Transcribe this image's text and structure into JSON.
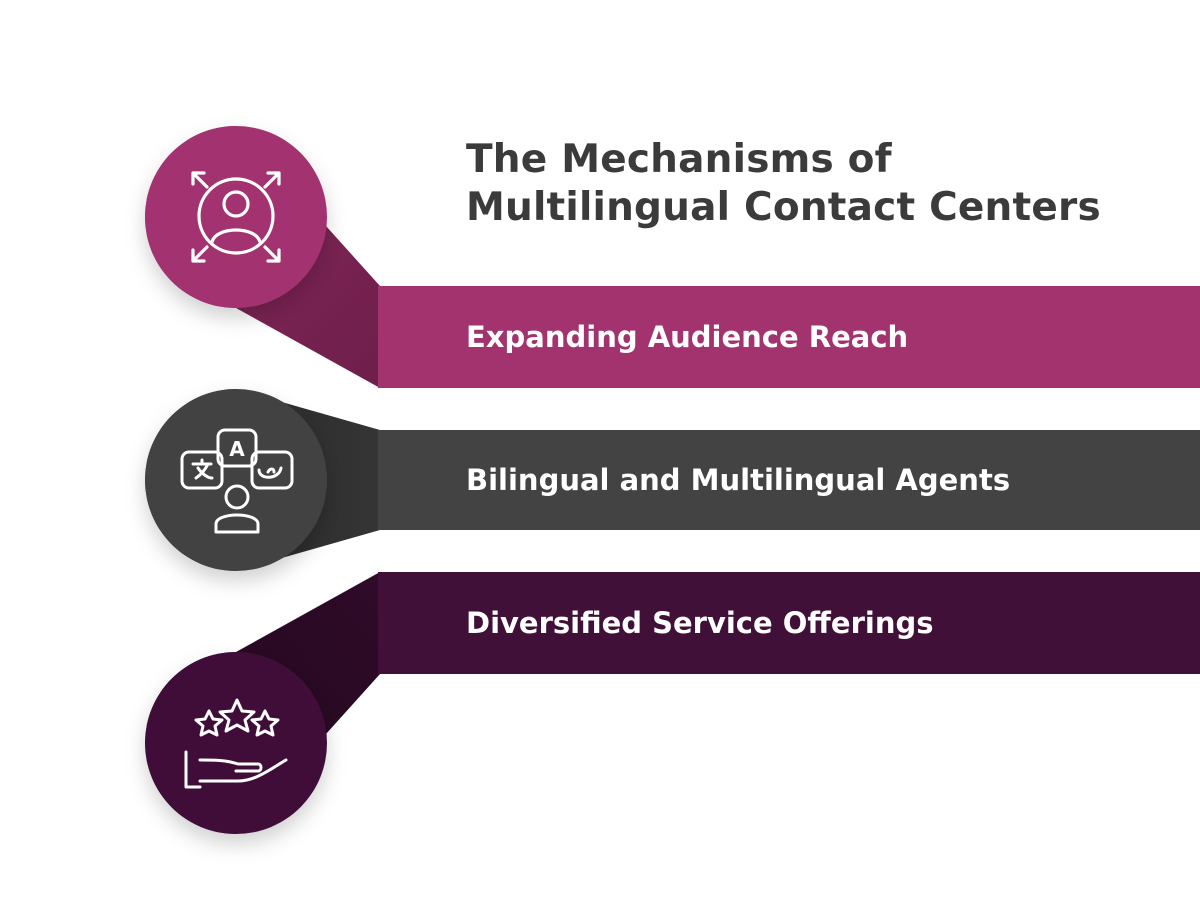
{
  "title": {
    "line1": "The Mechanisms of",
    "line2": "Multilingual Contact Centers"
  },
  "colors": {
    "magenta": "#a3336f",
    "magenta_dark": "#7c2253",
    "charcoal": "#434343",
    "charcoal_dark": "#2b2b2b",
    "plum": "#401038",
    "plum_dark": "#260922",
    "title_text": "#3b3b3b",
    "label_text": "#ffffff"
  },
  "items": [
    {
      "label": "Expanding Audience Reach",
      "icon": "audience-expand-icon",
      "color": "magenta"
    },
    {
      "label": "Bilingual and Multilingual Agents",
      "icon": "language-agent-icon",
      "color": "charcoal",
      "icon_letter": "A"
    },
    {
      "label": "Diversified Service Offerings",
      "icon": "service-stars-icon",
      "color": "plum"
    }
  ]
}
